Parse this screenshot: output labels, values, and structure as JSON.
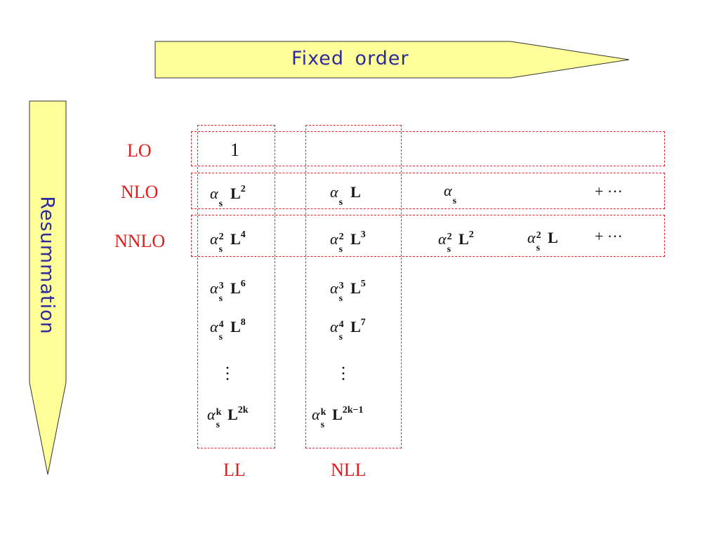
{
  "arrows": {
    "fixed_order_label": "Fixed order",
    "resummation_label": "Resummation",
    "fill_color": "#ffff99",
    "label_color": "#2d2a9c"
  },
  "row_labels": {
    "lo": "LO",
    "nlo": "NLO",
    "nnlo": "NNLO"
  },
  "column_labels": {
    "ll": "LL",
    "nll": "NLL"
  },
  "accent_color": "#e01d1d",
  "cells": {
    "lo_ll": "1",
    "nlo": {
      "ll": {
        "alpha_exp": "",
        "L_exp": "2",
        "show_L": true
      },
      "nll": {
        "alpha_exp": "",
        "L_exp": "",
        "show_L": true
      },
      "c3": {
        "alpha_exp": "",
        "L_exp": "",
        "show_L": false
      },
      "more": "+ ···"
    },
    "nnlo": {
      "ll": {
        "alpha_exp": "2",
        "L_exp": "4",
        "show_L": true
      },
      "nll": {
        "alpha_exp": "2",
        "L_exp": "3",
        "show_L": true
      },
      "c3": {
        "alpha_exp": "2",
        "L_exp": "2",
        "show_L": true
      },
      "c4": {
        "alpha_exp": "2",
        "L_exp": "",
        "show_L": true
      },
      "more": "+ ···"
    },
    "ll_tail": [
      {
        "alpha_exp": "3",
        "L_exp": "6"
      },
      {
        "alpha_exp": "4",
        "L_exp": "8"
      },
      {
        "alpha_exp": "k",
        "L_exp": "2k"
      }
    ],
    "nll_tail": [
      {
        "alpha_exp": "3",
        "L_exp": "5"
      },
      {
        "alpha_exp": "4",
        "L_exp": "7"
      },
      {
        "alpha_exp": "k",
        "L_exp": "2k−1"
      }
    ]
  },
  "symbols": {
    "alpha": "α",
    "s": "s",
    "L": "L"
  }
}
